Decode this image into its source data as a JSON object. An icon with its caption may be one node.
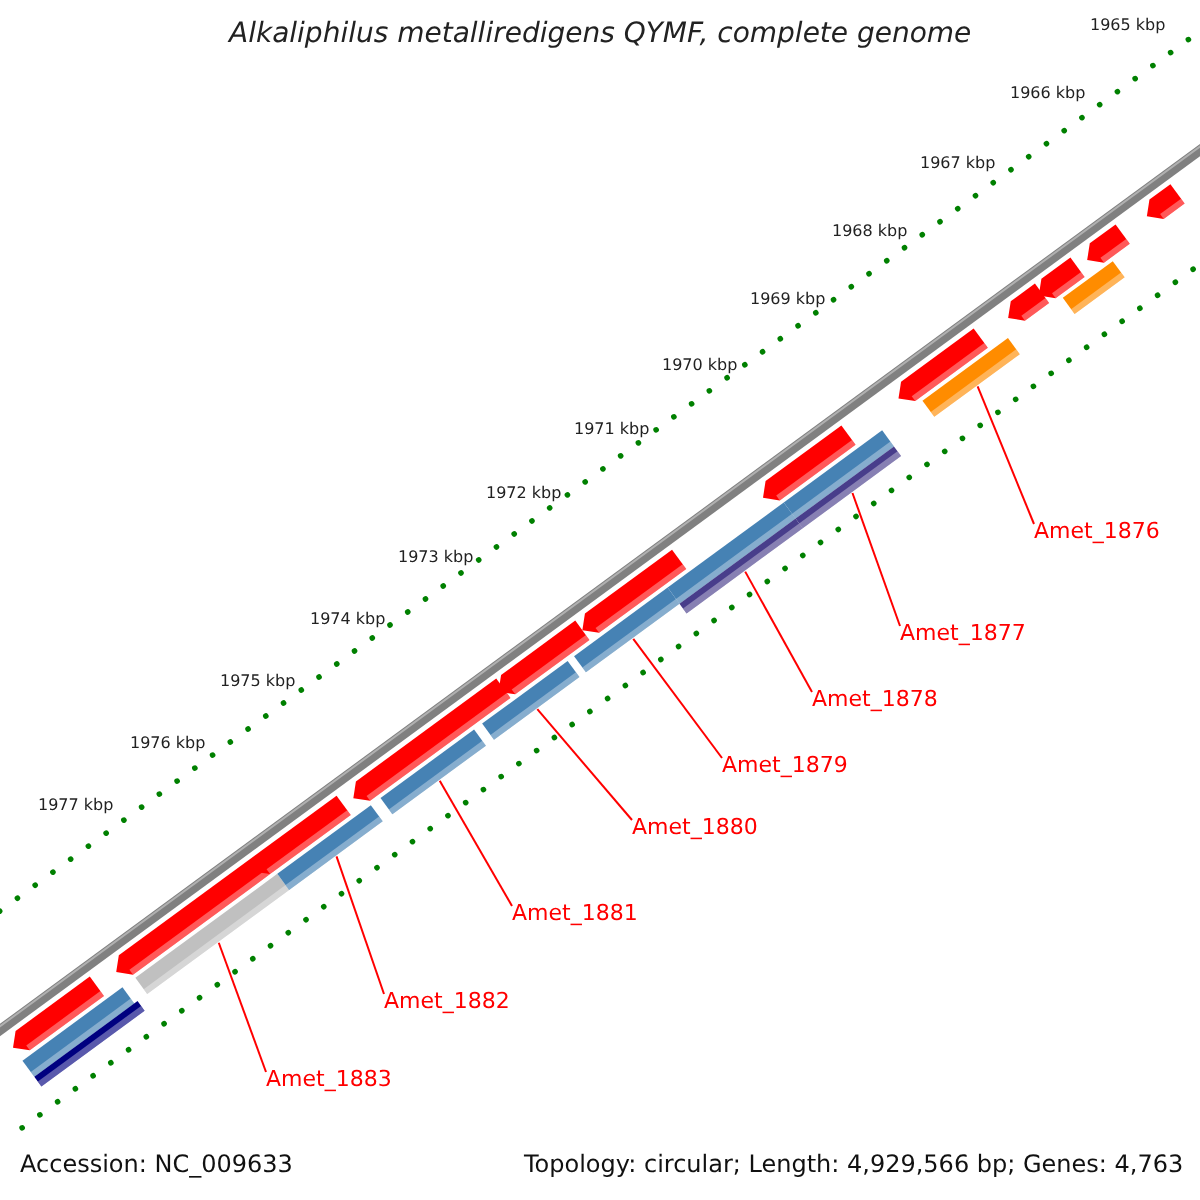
{
  "diagram": {
    "title": "Alkaliphilus metalliredigens QYMF, complete genome",
    "nodes": [
      {
        "text": [
          "Amet_1876"
        ]
      },
      {
        "text": [
          "Amet_1877"
        ]
      },
      {
        "text": [
          "Amet_1878"
        ]
      },
      {
        "text": [
          "Amet_1879"
        ]
      },
      {
        "text": [
          "Amet_1880"
        ]
      },
      {
        "text": [
          "Amet_1881"
        ]
      },
      {
        "text": [
          "Amet_1882"
        ]
      },
      {
        "text": [
          "Amet_1883"
        ]
      },
      {
        "text": [],
        "shape": "pentagon"
      },
      {
        "text": [],
        "shape": "bar"
      },
      {
        "text": [],
        "shape": "bar"
      },
      {
        "text": [],
        "shape": "pentagon"
      },
      {
        "text": [],
        "shape": "bar"
      },
      {
        "text": [],
        "shape": "pentagon"
      },
      {
        "text": [],
        "shape": "bar"
      },
      {
        "text": [],
        "shape": "pentagon"
      },
      {
        "text": [],
        "shape": "bar"
      },
      {
        "text": [],
        "shape": "bar"
      },
      {
        "text": [],
        "shape": "pentagon"
      },
      {
        "text": [],
        "shape": "bar"
      },
      {
        "text": [],
        "shape": "pentagon"
      },
      {
        "text": [],
        "shape": "bar"
      },
      {
        "text": [],
        "shape": "bar"
      },
      {
        "text": [],
        "shape": "pentagon"
      },
      {
        "text": [],
        "shape": "bar"
      },
      {
        "text": [],
        "shape": "bar"
      },
      {
        "text": [],
        "shape": "pentagon"
      },
      {
        "text": [],
        "shape": "bar"
      },
      {
        "text": [],
        "shape": "pentagon"
      },
      {
        "text": [],
        "shape": "pentagon"
      },
      {
        "text": [],
        "shape": "bar"
      },
      {
        "text": [],
        "shape": "pentagon"
      },
      {
        "text": [],
        "shape": "pentagon"
      }
    ],
    "edges": [
      {
        "from": 0,
        "to": 27,
        "arrow": "none"
      },
      {
        "from": 1,
        "to": 25,
        "arrow": "none"
      },
      {
        "from": 2,
        "to": 22,
        "arrow": "none"
      },
      {
        "from": 3,
        "to": 19,
        "arrow": "none"
      },
      {
        "from": 4,
        "to": 17,
        "arrow": "none"
      },
      {
        "from": 5,
        "to": 16,
        "arrow": "none"
      },
      {
        "from": 6,
        "to": 14,
        "arrow": "none"
      },
      {
        "from": 7,
        "to": 12,
        "arrow": "none"
      }
    ],
    "labels": [
      "1965 kbp",
      "1966 kbp",
      "1967 kbp",
      "1968 kbp",
      "1969 kbp",
      "1970 kbp",
      "1971 kbp",
      "1972 kbp",
      "1973 kbp",
      "1974 kbp",
      "1975 kbp",
      "1976 kbp",
      "1977 kbp",
      "Accession: NC_009633",
      "Topology: circular; Length: 4,929,566 bp; Genes: 4,763"
    ]
  }
}
